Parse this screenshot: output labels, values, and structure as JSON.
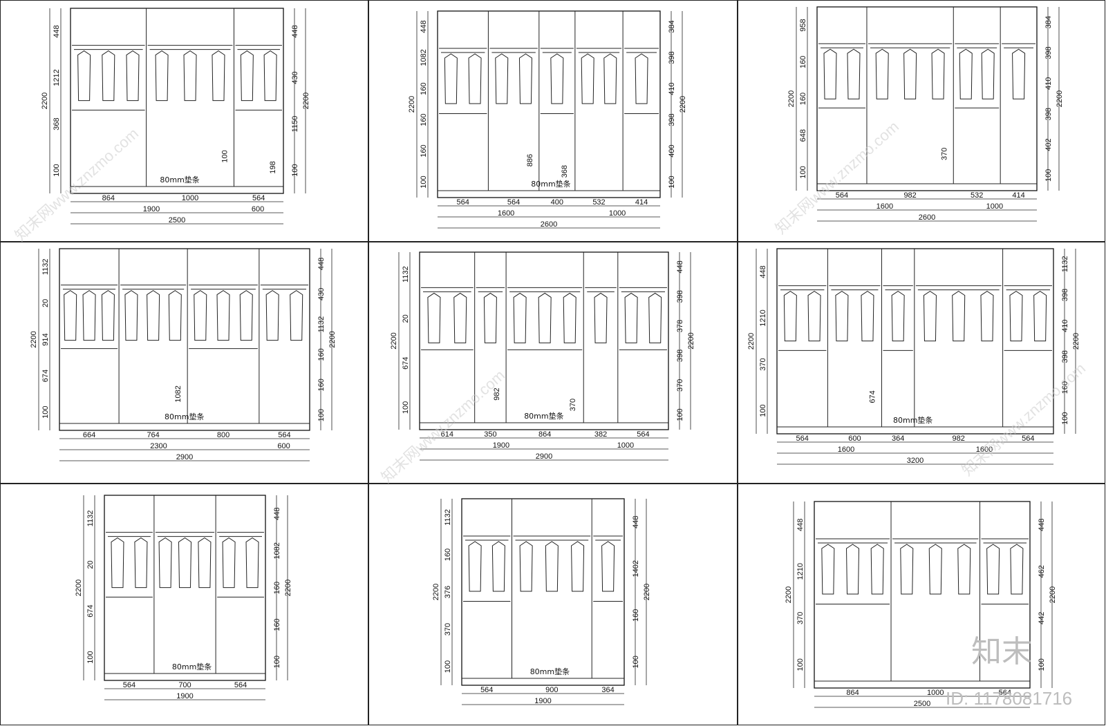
{
  "panels": [
    {
      "height_total": "2200",
      "bottom_widths": [
        "864",
        "1000",
        "564"
      ],
      "mid_widths": [
        "1900",
        "600"
      ],
      "total_width": "2500",
      "left_dims": [
        "448",
        "1212",
        "368",
        "100"
      ],
      "right_dims": [
        "448",
        "430",
        "1150",
        "100"
      ],
      "right_total": "2200",
      "inner_note": "100",
      "inner_note2": "198",
      "strip_label": "80mm垫条"
    },
    {
      "height_total": "2200",
      "bottom_widths": [
        "564",
        "564",
        "400",
        "532",
        "414"
      ],
      "mid_widths": [
        "1600",
        "1000"
      ],
      "total_width": "2600",
      "left_dims": [
        "448",
        "1082",
        "160",
        "160",
        "160",
        "100"
      ],
      "right_dims": [
        "384",
        "398",
        "410",
        "398",
        "400",
        "100"
      ],
      "right_total": "2200",
      "inner_note": "886",
      "inner_note2": "368",
      "strip_label": "80mm垫条"
    },
    {
      "height_total": "2200",
      "bottom_widths": [
        "564",
        "982",
        "532",
        "414"
      ],
      "mid_widths": [
        "1600",
        "1000"
      ],
      "total_width": "2600",
      "left_dims": [
        "958",
        "160",
        "160",
        "648",
        "100"
      ],
      "right_dims": [
        "384",
        "398",
        "410",
        "398",
        "402",
        "100"
      ],
      "right_total": "2200",
      "inner_note": "370",
      "inner_note2": "",
      "strip_label": ""
    },
    {
      "height_total": "2200",
      "bottom_widths": [
        "664",
        "764",
        "800",
        "564"
      ],
      "mid_widths": [
        "2300",
        "600"
      ],
      "total_width": "2900",
      "left_dims": [
        "1132",
        "20",
        "914",
        "674",
        "100"
      ],
      "right_dims": [
        "448",
        "430",
        "1132",
        "160",
        "160",
        "100"
      ],
      "right_total": "2200",
      "inner_note": "1082",
      "inner_note2": "",
      "strip_label": "80mm垫条"
    },
    {
      "height_total": "2200",
      "bottom_widths": [
        "614",
        "350",
        "864",
        "382",
        "564"
      ],
      "mid_widths": [
        "1900",
        "1000"
      ],
      "total_width": "2900",
      "left_dims": [
        "1132",
        "20",
        "674",
        "100"
      ],
      "right_dims": [
        "448",
        "398",
        "378",
        "398",
        "370",
        "100"
      ],
      "right_total": "2200",
      "inner_note": "982",
      "inner_note2": "370",
      "strip_label": "80mm垫条"
    },
    {
      "height_total": "2200",
      "bottom_widths": [
        "564",
        "600",
        "364",
        "982",
        "564"
      ],
      "mid_widths": [
        "1600",
        "1600"
      ],
      "total_width": "3200",
      "left_dims": [
        "448",
        "1210",
        "370",
        "100"
      ],
      "right_dims": [
        "1132",
        "398",
        "410",
        "398",
        "160",
        "100"
      ],
      "right_total": "2200",
      "inner_note": "674",
      "inner_note2": "",
      "strip_label": "80mm垫条"
    },
    {
      "height_total": "2200",
      "bottom_widths": [
        "564",
        "700",
        "564"
      ],
      "mid_widths": [],
      "total_width": "1900",
      "left_dims": [
        "1132",
        "20",
        "674",
        "100"
      ],
      "right_dims": [
        "448",
        "1082",
        "160",
        "160",
        "100"
      ],
      "right_total": "2200",
      "inner_note": "",
      "inner_note2": "",
      "strip_label": "80mm垫条"
    },
    {
      "height_total": "2200",
      "bottom_widths": [
        "564",
        "900",
        "364"
      ],
      "mid_widths": [],
      "total_width": "1900",
      "left_dims": [
        "1132",
        "160",
        "376",
        "370",
        "100"
      ],
      "right_dims": [
        "448",
        "1402",
        "160",
        "100"
      ],
      "right_total": "2200",
      "inner_note": "",
      "inner_note2": "",
      "strip_label": "80mm垫条"
    },
    {
      "height_total": "2200",
      "bottom_widths": [
        "864",
        "1000",
        "564"
      ],
      "mid_widths": [],
      "total_width": "2500",
      "left_dims": [
        "448",
        "1210",
        "370",
        "100"
      ],
      "right_dims": [
        "448",
        "462",
        "442",
        "100"
      ],
      "right_total": "2200",
      "inner_note": "",
      "inner_note2": "",
      "strip_label": ""
    }
  ],
  "watermark": {
    "repeat_text": "知末网www.znzmo.com",
    "logo_text": "知末",
    "id_text": "ID: 1178081716"
  }
}
